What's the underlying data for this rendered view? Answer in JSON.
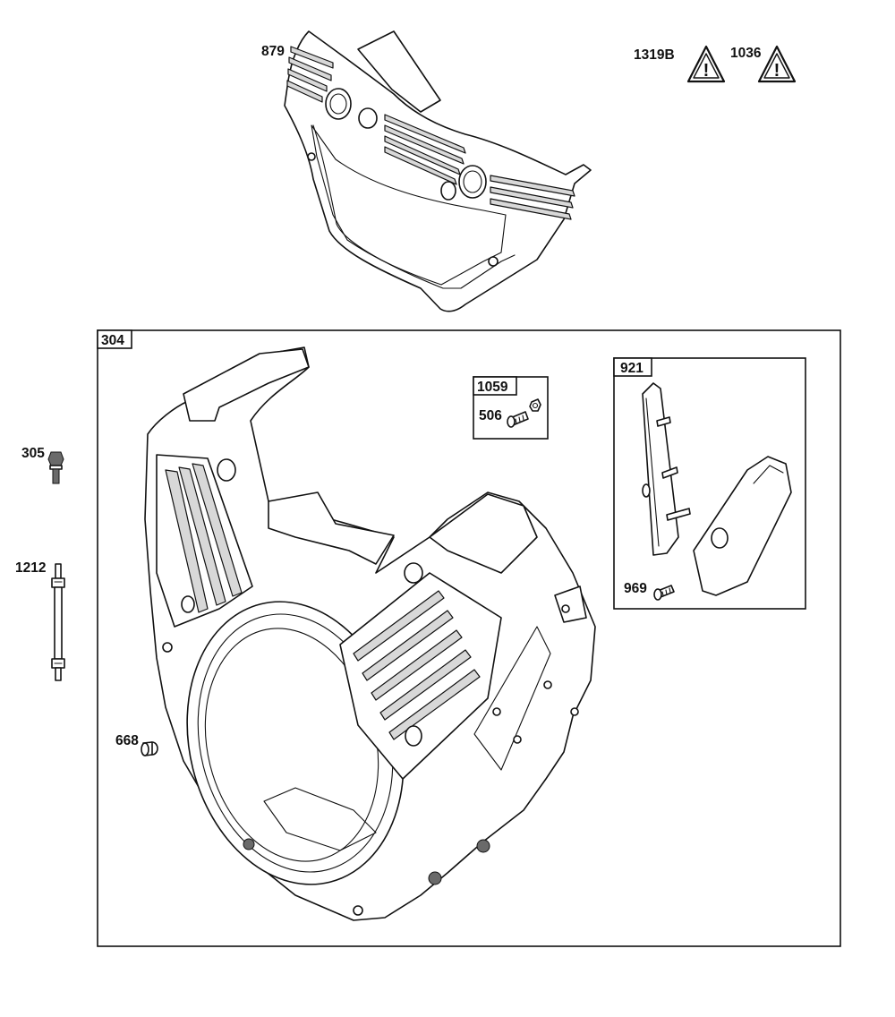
{
  "labels": {
    "p879": "879",
    "p1319B": "1319B",
    "p1036": "1036",
    "p304": "304",
    "p1059": "1059",
    "p506": "506",
    "p921": "921",
    "p969": "969",
    "p305": "305",
    "p1212": "1212",
    "p668": "668"
  },
  "icons": {
    "warning_1319B": "warning-triangle-icon",
    "warning_1036": "warning-triangle-icon",
    "warning_glyph": "!"
  },
  "colors": {
    "line": "#111111",
    "background": "#ffffff",
    "shade": "#d8d8d8"
  }
}
